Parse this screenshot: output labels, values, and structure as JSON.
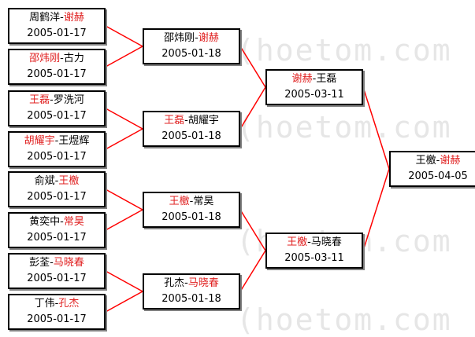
{
  "colors": {
    "winner": "#e02020",
    "line": "#ff0000",
    "border": "#000000",
    "shadow": "#808080"
  },
  "watermark": {
    "text": "(hoetom.com"
  },
  "round1": [
    {
      "p1": "周鹤洋",
      "p2": "谢赫",
      "winner": "p2",
      "date": "2005-01-17"
    },
    {
      "p1": "邵炜刚",
      "p2": "古力",
      "winner": "p1",
      "date": "2005-01-17"
    },
    {
      "p1": "王磊",
      "p2": "罗洗河",
      "winner": "p1",
      "date": "2005-01-17"
    },
    {
      "p1": "胡耀宇",
      "p2": "王煜辉",
      "winner": "p1",
      "date": "2005-01-17"
    },
    {
      "p1": "俞斌",
      "p2": "王檄",
      "winner": "p2",
      "date": "2005-01-17"
    },
    {
      "p1": "黄奕中",
      "p2": "常昊",
      "winner": "p2",
      "date": "2005-01-17"
    },
    {
      "p1": "彭荃",
      "p2": "马晓春",
      "winner": "p2",
      "date": "2005-01-17"
    },
    {
      "p1": "丁伟",
      "p2": "孔杰",
      "winner": "p2",
      "date": "2005-01-17"
    }
  ],
  "round2": [
    {
      "p1": "邵炜刚",
      "p2": "谢赫",
      "winner": "p2",
      "date": "2005-01-18"
    },
    {
      "p1": "王磊",
      "p2": "胡耀宇",
      "winner": "p1",
      "date": "2005-01-18"
    },
    {
      "p1": "王檄",
      "p2": "常昊",
      "winner": "p1",
      "date": "2005-01-18"
    },
    {
      "p1": "孔杰",
      "p2": "马晓春",
      "winner": "p2",
      "date": "2005-01-18"
    }
  ],
  "semifinal": [
    {
      "p1": "谢赫",
      "p2": "王磊",
      "winner": "p1",
      "date": "2005-03-11"
    },
    {
      "p1": "王檄",
      "p2": "马晓春",
      "winner": "p1",
      "date": "2005-03-11"
    }
  ],
  "final": [
    {
      "p1": "王檄",
      "p2": "谢赫",
      "winner": "p2",
      "date": "2005-04-05"
    }
  ]
}
